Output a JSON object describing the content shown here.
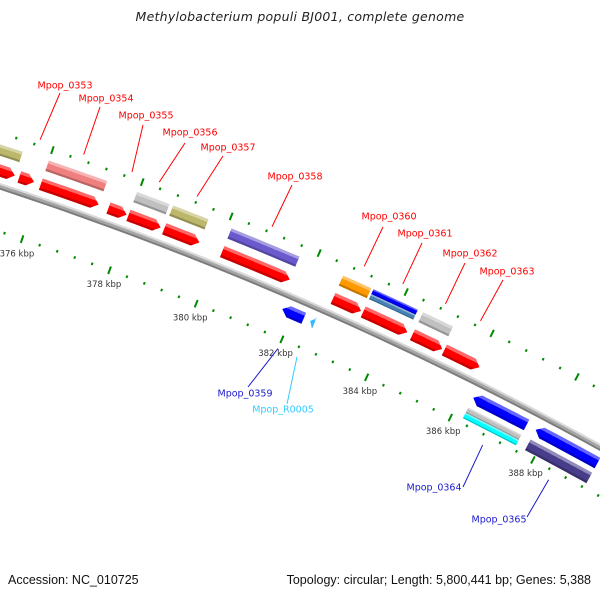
{
  "title": "Methylobacterium populi BJ001, complete genome",
  "footer": {
    "accession": "Accession: NC_010725",
    "summary": "Topology: circular; Length: 5,800,441 bp; Genes: 5,388"
  },
  "map": {
    "colors": {
      "forward_cds": "#ff0000",
      "reverse_cds": "#0000ff",
      "backbone": "#a6a6a6",
      "ticks": "#008a00",
      "forward_label": "#ff0000",
      "reverse_label": "#1a1acc"
    },
    "ticks": {
      "range_kbp": [
        374,
        392
      ],
      "minor_interval_kbp": 0.4,
      "major_interval_kbp": 2
    },
    "tick_labels": [
      {
        "kbp": 376,
        "label": "376 kbp"
      },
      {
        "kbp": 378,
        "label": "378 kbp"
      },
      {
        "kbp": 380,
        "label": "380 kbp"
      },
      {
        "kbp": 382,
        "label": "382 kbp"
      },
      {
        "kbp": 384,
        "label": "384 kbp"
      },
      {
        "kbp": 386,
        "label": "386 kbp"
      },
      {
        "kbp": 388,
        "label": "388 kbp"
      }
    ],
    "features": [
      {
        "label": null,
        "type": "CDS",
        "strand": "+",
        "start_kbp": 374.5,
        "end_kbp": 375.42,
        "cog_colors": [
          "#bdb76b"
        ]
      },
      {
        "label": "Mpop_0353",
        "type": "CDS",
        "strand": "+",
        "start_kbp": 375.52,
        "end_kbp": 375.85,
        "cog_colors": []
      },
      {
        "label": "Mpop_0354",
        "type": "CDS",
        "strand": "+",
        "start_kbp": 376.0,
        "end_kbp": 377.3,
        "cog_colors": [
          "#f08080"
        ]
      },
      {
        "label": "Mpop_0355",
        "type": "CDS",
        "strand": "+",
        "start_kbp": 377.52,
        "end_kbp": 377.93,
        "cog_colors": []
      },
      {
        "label": "Mpop_0356",
        "type": "CDS",
        "strand": "+",
        "start_kbp": 377.97,
        "end_kbp": 378.7,
        "cog_colors": [
          "#c0c0c0"
        ]
      },
      {
        "label": "Mpop_0357",
        "type": "CDS",
        "strand": "+",
        "start_kbp": 378.78,
        "end_kbp": 379.58,
        "cog_colors": [
          "#bdb76b"
        ]
      },
      {
        "label": "Mpop_0358",
        "type": "CDS",
        "strand": "+",
        "start_kbp": 380.1,
        "end_kbp": 381.65,
        "cog_colors": [
          "#6a5acd"
        ]
      },
      {
        "label": "Mpop_0359",
        "type": "CDS",
        "strand": "-",
        "start_kbp": 381.75,
        "end_kbp": 382.25,
        "cog_colors": []
      },
      {
        "label": "Mpop_R0005",
        "type": "tRNA",
        "strand": "-",
        "start_kbp": 382.4,
        "end_kbp": 382.5,
        "cog_colors": [],
        "color": "#33bbff",
        "label_color": "#33ccff"
      },
      {
        "label": "Mpop_0360",
        "type": "CDS",
        "strand": "+",
        "start_kbp": 382.65,
        "end_kbp": 383.3,
        "cog_colors": [
          "#ff9900"
        ]
      },
      {
        "label": "Mpop_0361",
        "type": "CDS",
        "strand": "+",
        "start_kbp": 383.35,
        "end_kbp": 384.38,
        "cog_colors": [
          "#0000ff",
          "#4682b4"
        ]
      },
      {
        "label": "Mpop_0362",
        "type": "CDS",
        "strand": "+",
        "start_kbp": 384.5,
        "end_kbp": 385.2,
        "cog_colors": [
          "#c0c0c0"
        ]
      },
      {
        "label": "Mpop_0363",
        "type": "CDS",
        "strand": "+",
        "start_kbp": 385.25,
        "end_kbp": 386.08,
        "cog_colors": []
      },
      {
        "label": "Mpop_0364",
        "type": "CDS",
        "strand": "-",
        "start_kbp": 386.25,
        "end_kbp": 387.53,
        "cog_colors": [
          "#c0c0c0",
          "#00ffff"
        ]
      },
      {
        "label": "Mpop_0365",
        "type": "CDS",
        "strand": "-",
        "start_kbp": 387.75,
        "end_kbp": 389.25,
        "cog_colors": [
          "#483d8b"
        ]
      }
    ]
  }
}
